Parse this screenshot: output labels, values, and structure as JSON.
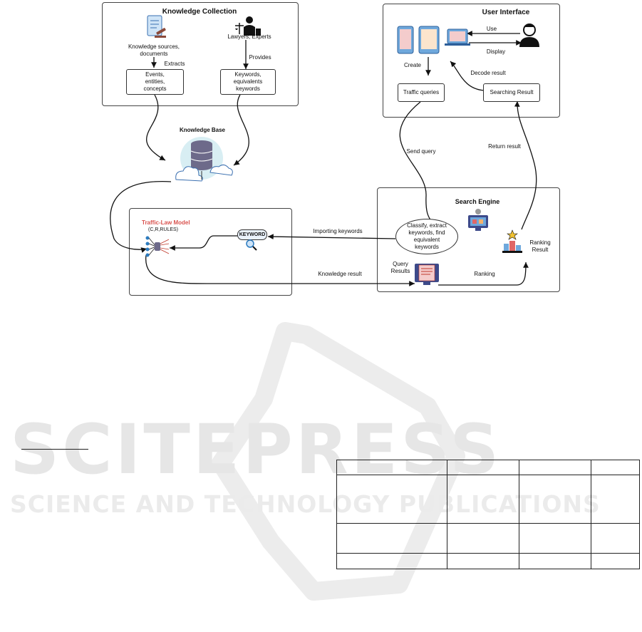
{
  "panels": {
    "knowledge_collection": {
      "title": "Knowledge Collection",
      "sources_label": "Knowledge sources,\ndocuments",
      "experts_label": "Lawyers, Experts",
      "extracts_label": "Extracts",
      "provides_label": "Provides",
      "events_box": "Events,\nentities,\nconcepts",
      "keywords_box": "Keywords,\nequivalents\nkeywords"
    },
    "knowledge_base": {
      "title": "Knowledge Base"
    },
    "user_interface": {
      "title": "User Interface",
      "use_label": "Use",
      "display_label": "Display",
      "create_label": "Create",
      "decode_label": "Decode result",
      "traffic_box": "Traffic queries",
      "searching_box": "Searching Result"
    },
    "search_engine": {
      "title": "Search Engine",
      "classify_label": "Classify, extract\nkeywords, find\nequivalent\nkeywords",
      "ranking_result_label": "Ranking\nResult",
      "query_results_label": "Query\nResults",
      "ranking_label": "Ranking"
    },
    "traffic_law_model": {
      "title": "Traffic-Law Model",
      "subtitle": "(C,R,RULES)",
      "keyword_badge": "KEYWORD"
    }
  },
  "flows": {
    "send_query": "Send query",
    "return_result": "Return result",
    "importing_keywords": "Importing keywords",
    "knowledge_result": "Knowledge result"
  },
  "watermark": {
    "main": "SCITEPRESS",
    "sub": "SCIENCE AND TECHNOLOGY PUBLICATIONS"
  },
  "colors": {
    "model_title": "#d9534f",
    "watermark": "#e9e9e9",
    "cloud": "#d8eef3",
    "database": "#6d6a8a"
  }
}
